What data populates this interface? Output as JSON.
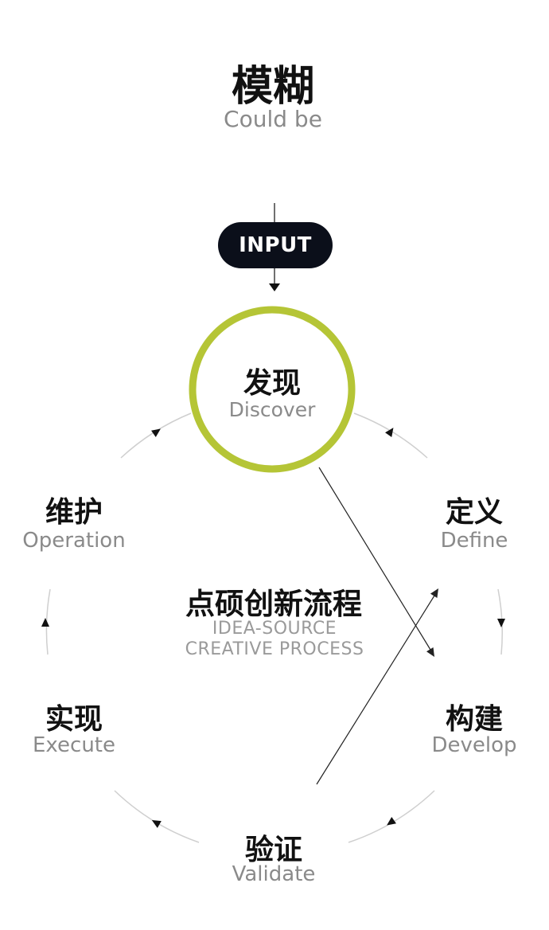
{
  "top": {
    "title": "模糊",
    "subtitle": "Could be"
  },
  "input_label": "INPUT",
  "accent_color": "#b5c536",
  "center": {
    "title": "点硕创新流程",
    "subtitle_line1": "IDEA-SOURCE",
    "subtitle_line2": "CREATIVE PROCESS"
  },
  "stages": [
    {
      "zh": "发现",
      "en": "Discover"
    },
    {
      "zh": "定义",
      "en": "Define"
    },
    {
      "zh": "构建",
      "en": "Develop"
    },
    {
      "zh": "验证",
      "en": "Validate"
    },
    {
      "zh": "实现",
      "en": "Execute"
    },
    {
      "zh": "维护",
      "en": "Operation"
    }
  ]
}
